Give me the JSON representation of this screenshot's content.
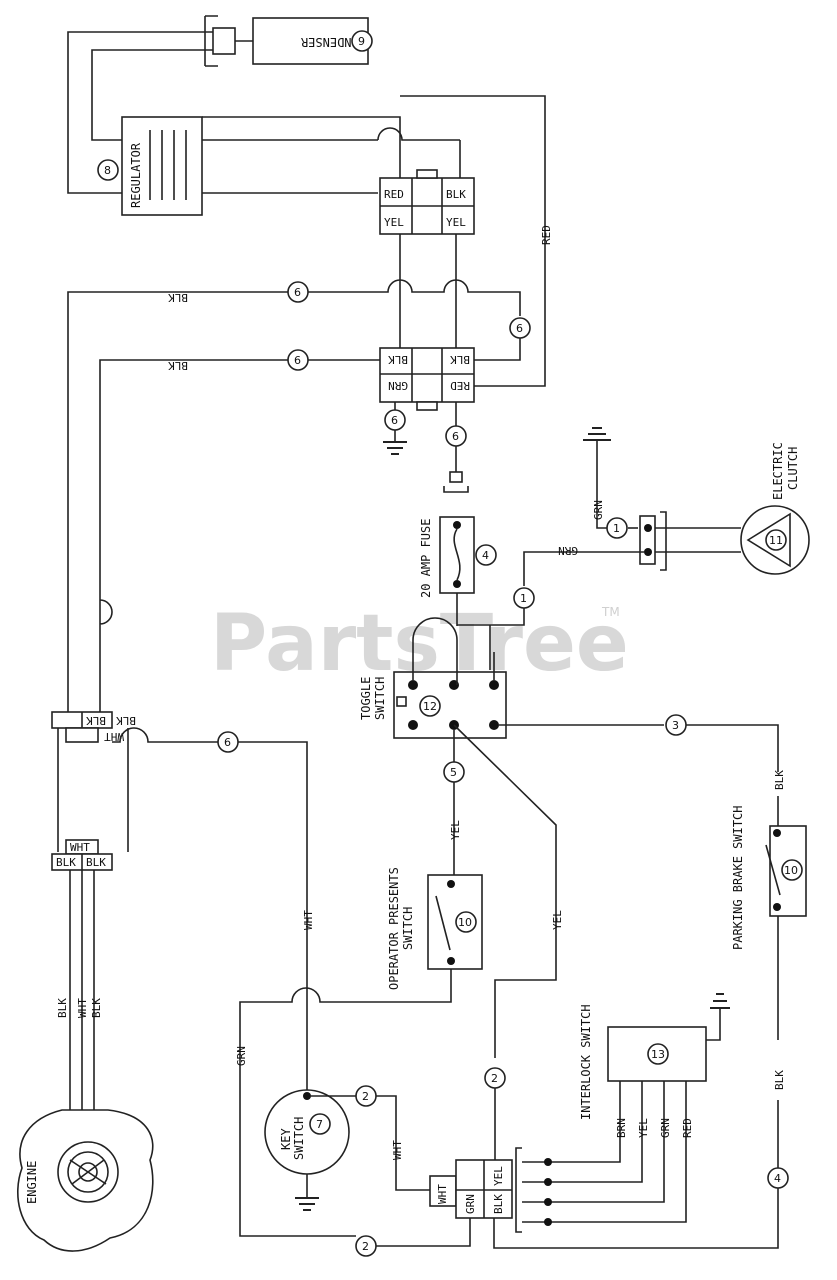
{
  "watermark": {
    "text": "PartsTree",
    "tm": "TM"
  },
  "components": {
    "condenser": {
      "label": "CONDENSER",
      "ref": "9"
    },
    "regulator": {
      "label": "REGULATOR",
      "ref": "8"
    },
    "engine": {
      "label": "ENGINE"
    },
    "fuse": {
      "label": "20 AMP FUSE",
      "ref": "4"
    },
    "clutch": {
      "label": "ELECTRIC CLUTCH",
      "ref": "11"
    },
    "toggle": {
      "label": "TOGGLE SWITCH",
      "ref": "12"
    },
    "operator": {
      "label": "OPERATOR PRESENTS SWITCH",
      "ref": "10"
    },
    "parking": {
      "label": "PARKING BRAKE SWITCH",
      "ref": "10"
    },
    "interlock": {
      "label": "INTERLOCK SWITCH",
      "ref": "13"
    },
    "key": {
      "label": "KEY SWITCH",
      "ref": "7"
    }
  },
  "wire_colors": {
    "red": "RED",
    "blk": "BLK",
    "yel": "YEL",
    "grn": "GRN",
    "wht": "WHT",
    "brn": "BRN"
  },
  "wire_refs": [
    "1",
    "2",
    "3",
    "4",
    "5",
    "6"
  ],
  "ground_symbol": "ground-icon"
}
